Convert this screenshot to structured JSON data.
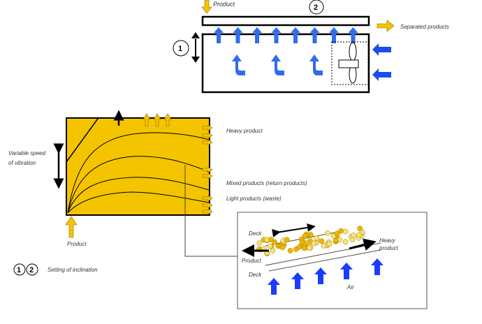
{
  "top": {
    "product": "Product",
    "circle_2": "2",
    "circle_1": "1",
    "separated": "Separated products"
  },
  "left": {
    "variable_speed_1": "Variable speed",
    "variable_speed_2": "of vibration",
    "heavy": "Heavy product",
    "mixed": "Mixed products (return products)",
    "light": "Light products (waste)",
    "product": "Product",
    "legend_1": "1",
    "legend_2": "2",
    "legend_text": "Setting of inclination"
  },
  "inset": {
    "deck_top": "Deck",
    "deck_bottom": "Deck",
    "light_product": "Product",
    "heavy_1": "Heavy",
    "heavy_2": "product",
    "air": "Air"
  },
  "colors": {
    "yellow": "#f5c400",
    "blue": "#1a3cff",
    "light_blue": "#2f6cf0"
  }
}
